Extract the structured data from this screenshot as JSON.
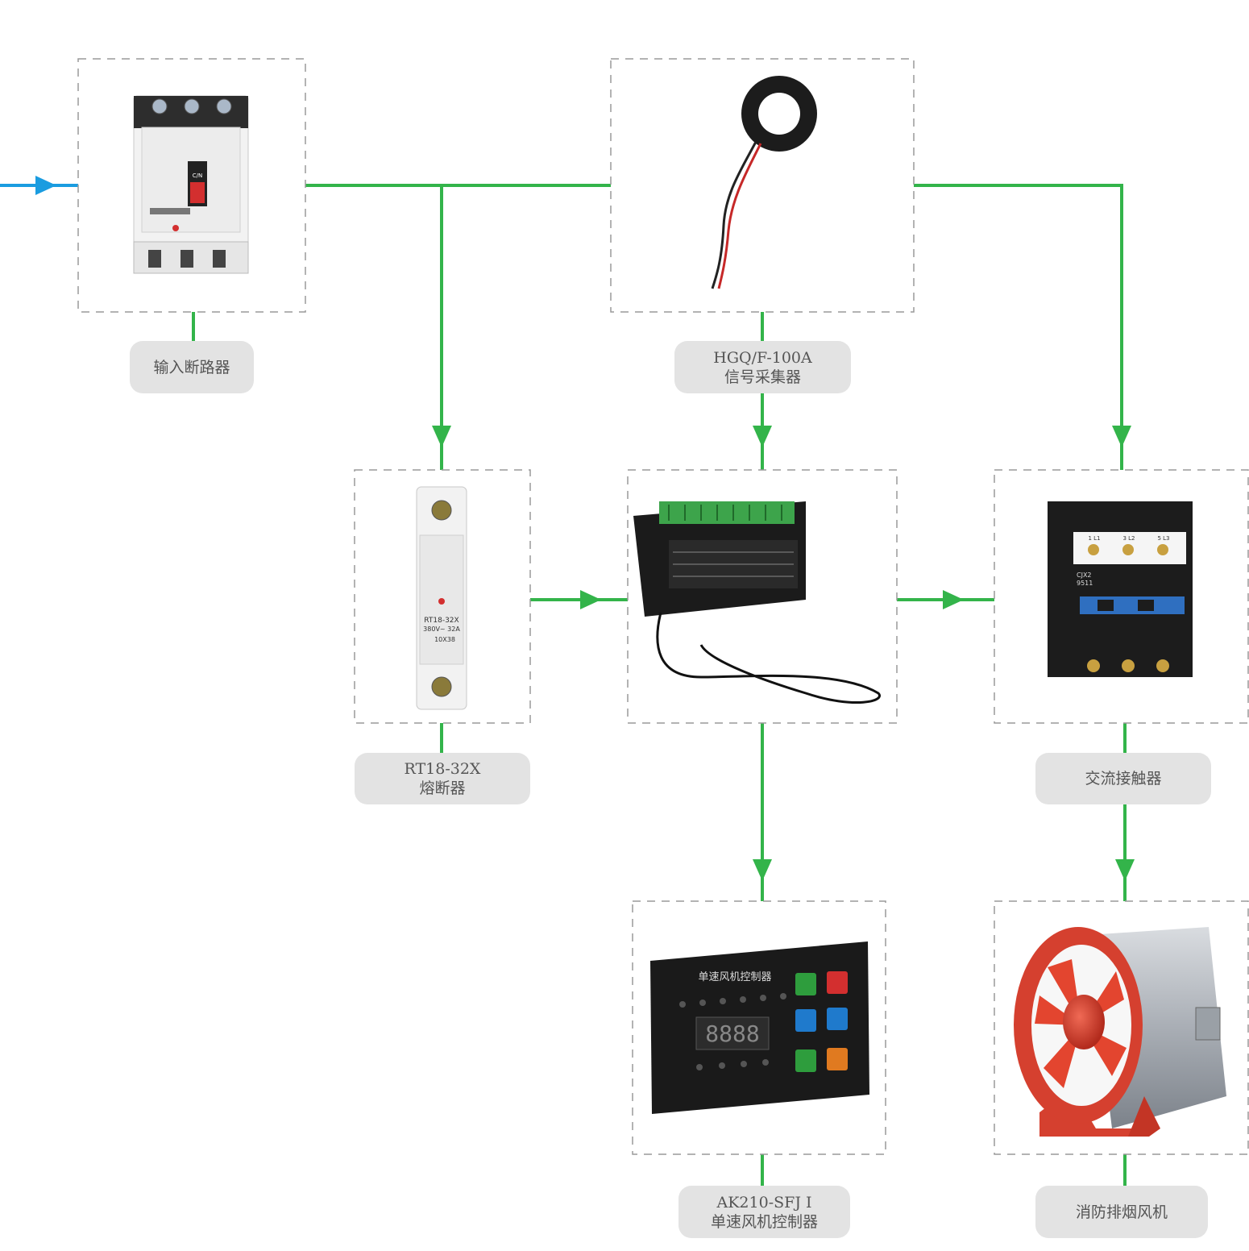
{
  "colors": {
    "flow_line": "#33b44a",
    "input_line": "#1a9ce0",
    "box_border": "#9a9a9a",
    "label_bg": "#e3e3e3",
    "label_text": "#555555"
  },
  "components": {
    "breaker": {
      "label_line1": "输入断路器",
      "image_icon": "mccb-breaker",
      "device_text": "C/N"
    },
    "sensor": {
      "label_line1": "HGQ/F-100A",
      "label_line2": "信号采集器",
      "image_icon": "current-transformer-ring"
    },
    "fuse": {
      "label_line1": "RT18-32X",
      "label_line2": "熔断器",
      "image_icon": "fuse-holder",
      "device_text_1": "RT18-32X",
      "device_text_2": "380V~  32A",
      "device_text_3": "10X38"
    },
    "module": {
      "image_icon": "control-module"
    },
    "contactor": {
      "label_line1": "交流接触器",
      "image_icon": "ac-contactor",
      "device_text_1": "CJX2",
      "device_text_2": "9511",
      "terminal_1": "1 L1",
      "terminal_2": "3 L2",
      "terminal_3": "5 L3"
    },
    "controller": {
      "label_line1": "AK210-SFJ Ⅰ",
      "label_line2": "单速风机控制器",
      "image_icon": "fan-controller-panel",
      "panel_title": "单速风机控制器",
      "display_value": "8888"
    },
    "fan": {
      "label_line1": "消防排烟风机",
      "image_icon": "axial-smoke-fan"
    }
  }
}
